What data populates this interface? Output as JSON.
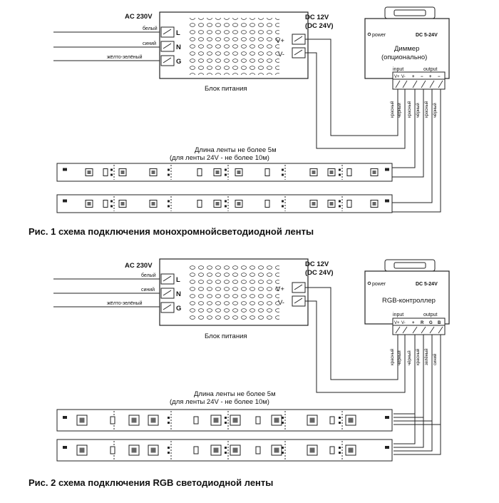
{
  "diagrams": [
    {
      "psu": {
        "ac_label": "AC 230V",
        "wires": [
          "белый",
          "синий",
          "жёлто-зелёный"
        ],
        "terminals": [
          "L",
          "N",
          "G"
        ],
        "dc_label": "DC 12V",
        "dc_label2": "(DC 24V)",
        "out_terminals": [
          "V+",
          "V-"
        ],
        "name": "Блок питания"
      },
      "controller": {
        "power_label": "power",
        "voltage": "DC 5-24V",
        "name": "Диммер",
        "name2": "(опционально)",
        "input_label": "input",
        "output_label": "output",
        "input_pins": [
          "V+",
          "V-"
        ],
        "output_pins": [
          "+",
          "−",
          "+",
          "−"
        ],
        "wire_labels": [
          "красный",
          "чёрный",
          "красный",
          "чёрный",
          "красный",
          "чёрный"
        ]
      },
      "strip_note": "Длина ленты не более 5м",
      "strip_note2": "(для ленты 24V - не более 10м)",
      "caption": "Рис. 1 схема подключения монохромнойсветодиодной ленты"
    },
    {
      "psu": {
        "ac_label": "AC 230V",
        "wires": [
          "белый",
          "синий",
          "жёлто-зелёный"
        ],
        "terminals": [
          "L",
          "N",
          "G"
        ],
        "dc_label": "DC 12V",
        "dc_label2": "(DC 24V)",
        "out_terminals": [
          "V+",
          "V-"
        ],
        "name": "Блок питания"
      },
      "controller": {
        "power_label": "power",
        "voltage": "DC 5-24V",
        "name": "RGB-контроллер",
        "input_label": "input",
        "output_label": "output",
        "input_pins": [
          "V+",
          "V-"
        ],
        "output_pins": [
          "+",
          "R",
          "G",
          "B"
        ],
        "wire_labels": [
          "красный",
          "чёрный",
          "чёрный",
          "красный",
          "зелёный",
          "синий"
        ]
      },
      "strip_note": "Длина ленты не более 5м",
      "strip_note2": "(для ленты 24V - не более 10м)",
      "caption": "Рис. 2 схема подключения RGB светодиодной ленты"
    }
  ]
}
